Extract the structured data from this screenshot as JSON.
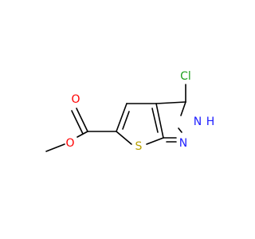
{
  "molecule": {
    "atoms": {
      "cl": "Cl",
      "nh_n": "N",
      "nh_h": "H",
      "n": "N",
      "s": "S",
      "o_carbonyl": "O",
      "o_ester": "O"
    },
    "colors": {
      "bond": "#000000",
      "chlorine": "#1fa01f",
      "nitrogen": "#2020ff",
      "sulfur": "#b8a000",
      "oxygen": "#ff0000"
    }
  }
}
